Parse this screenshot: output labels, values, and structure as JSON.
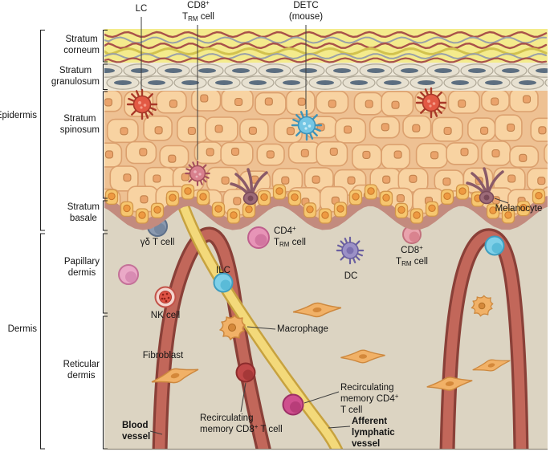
{
  "colors": {
    "dermis_bg": "#dcd4c2",
    "corneum_yellow": "#f4eb8c",
    "basement_membrane": "#c38b7e",
    "epidermis_cell": "#f8d3a2",
    "basale_cell": "#f6c66f",
    "blood_vessel": "#a85044",
    "lymphatic_vessel": "#f2d978",
    "lc_cell": "#e25944",
    "detc_cell": "#74c6e4",
    "dc_cell": "#9b90c6",
    "nk_cell": "#de5244",
    "ilc_cell": "#7fd0e8",
    "cd4_trm_cell": "#e794b7",
    "cd8_trm_cell": "#e9a3ad",
    "gamma_delta_t_cell": "#8b9ab0",
    "macrophage": "#f1b167",
    "fibroblast": "#f1b167",
    "melanocyte": "#9d6b78",
    "recirc_cd8_cell": "#c04848",
    "recirc_cd4_cell": "#cf4f8e"
  },
  "layers": {
    "stratum_corneum": {
      "l1": "Stratum",
      "l2": "corneum"
    },
    "stratum_granulosum": {
      "l1": "Stratum",
      "l2": "granulosum"
    },
    "stratum_spinosum": {
      "l1": "Stratum",
      "l2": "spinosum"
    },
    "stratum_basale": {
      "l1": "Stratum",
      "l2": "basale"
    },
    "papillary_dermis": {
      "l1": "Papillary",
      "l2": "dermis"
    },
    "reticular_dermis": {
      "l1": "Reticular",
      "l2": "dermis"
    },
    "epidermis": "Epidermis",
    "dermis": "Dermis"
  },
  "top_labels": {
    "lc": "LC",
    "cd8_trm": {
      "base": "CD8",
      "sup": "+",
      "t": "T",
      "sub": "RM",
      "rest": " cell"
    },
    "detc": {
      "l1": "DETC",
      "l2": "(mouse)"
    }
  },
  "cell_labels": {
    "melanocyte": "Melanocyte",
    "gd_t_cell": "γδ T cell",
    "cd4_trm": {
      "base": "CD4",
      "sup": "+",
      "t": "T",
      "sub": "RM",
      "rest": " cell"
    },
    "dc": "DC",
    "cd8_trm": {
      "base": "CD8",
      "sup": "+",
      "t": "T",
      "sub": "RM",
      "rest": " cell"
    },
    "ilc": "ILC",
    "nk_cell": "NK cell",
    "macrophage": "Macrophage",
    "fibroblast": "Fibroblast",
    "recirc_cd8": {
      "l1": "Recirculating",
      "l2": "memory CD8",
      "sup": "+",
      "l3": " T cell"
    },
    "recirc_cd4": {
      "l1": "Recirculating",
      "l2": "memory CD4",
      "sup": "+",
      "l3": "T cell"
    },
    "blood_vessel": {
      "l1": "Blood",
      "l2": "vessel"
    },
    "afferent_lymphatic": {
      "l1": "Afferent",
      "l2": "lymphatic",
      "l3": "vessel"
    }
  }
}
